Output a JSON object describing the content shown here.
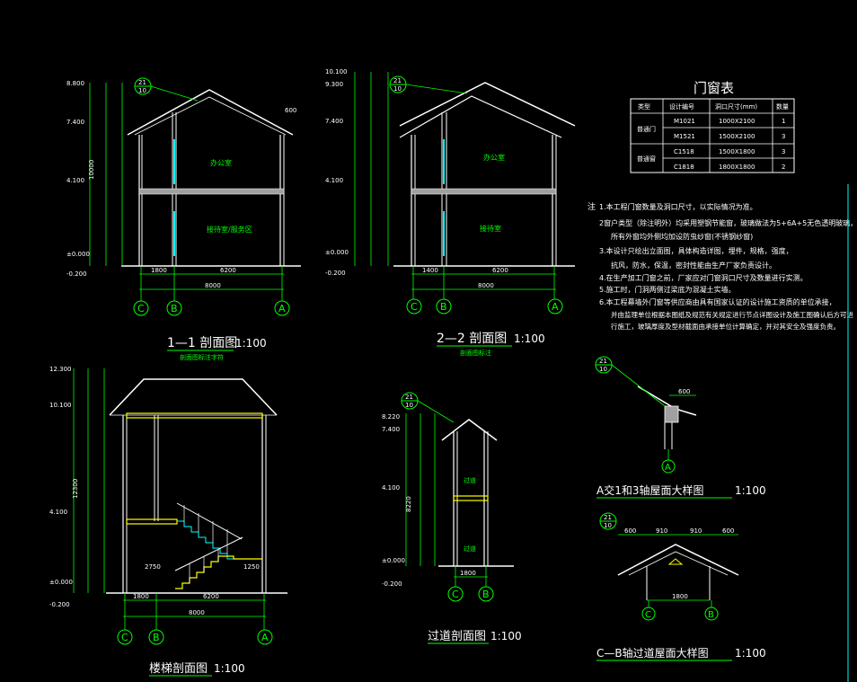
{
  "colors": {
    "background": "#000000",
    "wall": "#ffffff",
    "dimension": "#00ff00",
    "slab": "#ffff00",
    "glass": "#00ffff",
    "hatch": "#a0a0a0",
    "red_marker": "#ff0000"
  },
  "sections": {
    "s11": {
      "title": "1—1 剖面图",
      "scale": "1:100",
      "subtitle": "剖面图标注字符",
      "room_upper": "办公室",
      "room_lower": "接待室/服务区",
      "elev_top": "8.800",
      "elev_mid1": "7.400",
      "elev_mid2": "4.100",
      "elev_zero": "±0.000",
      "elev_neg": "-0.200",
      "dim_total": "8000",
      "dim_left": "1800",
      "dim_right": "6200",
      "dim_overhang": "600",
      "dim_h1": "10000",
      "axis_c": "C",
      "axis_b": "B",
      "axis_a": "A",
      "callout_top": "21",
      "callout_bottom": "10"
    },
    "s22": {
      "title": "2—2 剖面图",
      "scale": "1:100",
      "subtitle": "剖面图标注",
      "room_upper": "办公室",
      "room_lower": "接待室",
      "elev_top": "10.100",
      "elev_mid0": "9.300",
      "elev_mid1": "7.400",
      "elev_mid2": "4.100",
      "elev_zero": "±0.000",
      "elev_neg": "-0.200",
      "dim_total": "8000",
      "dim_left": "1400",
      "dim_right": "6200",
      "axis_c": "C",
      "axis_b": "B",
      "axis_a": "A",
      "callout_top": "21",
      "callout_bottom": "10"
    },
    "stair": {
      "title": "楼梯剖面图",
      "scale": "1:100",
      "elev_top": "12.300",
      "elev_mid1": "10.100",
      "elev_mid2": "4.100",
      "elev_zero": "±0.000",
      "elev_neg": "-0.200",
      "dim_total": "8000",
      "dim_left": "1800",
      "dim_right": "6200",
      "dim_stair1": "2750",
      "dim_stair2": "1250",
      "dim_h": "12300",
      "axis_c": "C",
      "axis_b": "B",
      "axis_a": "A"
    },
    "passage": {
      "title": "过道剖面图",
      "scale": "1:100",
      "room_upper": "过道",
      "room_lower": "过道",
      "elev_top": "8.220",
      "elev_mid1": "7.400",
      "elev_mid2": "4.100",
      "elev_zero": "±0.000",
      "elev_neg": "-0.200",
      "dim_w": "1800",
      "dim_h": "8220",
      "axis_c": "C",
      "axis_b": "B",
      "callout_top": "21",
      "callout_bottom": "10"
    }
  },
  "details": {
    "roof_a": {
      "title": "A交1和3轴屋面大样图",
      "scale": "1:100",
      "dim": "600",
      "axis": "A",
      "callout_top": "21",
      "callout_bottom": "10"
    },
    "roof_cb": {
      "title": "C—B轴过道屋面大样图",
      "scale": "1:100",
      "dim1": "600",
      "dim2": "910",
      "dim3": "910",
      "dim4": "600",
      "dim_w": "1800",
      "axis_c": "C",
      "axis_b": "B",
      "callout_top": "21",
      "callout_bottom": "10"
    }
  },
  "door_window_table": {
    "title": "门窗表",
    "headers": [
      "类型",
      "设计编号",
      "洞口尺寸(mm)",
      "数量"
    ],
    "rows": [
      [
        "普通门",
        "M1021",
        "1000X2100",
        "1"
      ],
      [
        "",
        "M1521",
        "1500X2100",
        "3"
      ],
      [
        "普通窗",
        "C1518",
        "1500X1800",
        "3"
      ],
      [
        "",
        "C1818",
        "1800X1800",
        "2"
      ]
    ]
  },
  "notes": {
    "label": "注",
    "items": [
      "1.本工程门窗数量及洞口尺寸，以实际情况为准。",
      "2窗户类型（除注明外）均采用塑钢节能窗，玻璃做法为5+6A+5无色透明玻璃，",
      "所有外窗均外侧均加设防虫纱窗(不锈钢纱窗)",
      "3.本设计只绘出立面图，具体构造详图，埋件，规格，强度，",
      "抗风，防水，保温，密封性能由生产厂家负责设计。",
      "4.在生产加工门窗之前，厂家应对门窗洞口尺寸及数量进行实测。",
      "5.施工时，门洞两侧过梁底为混凝土实墙。",
      "6.本工程幕墙外门窗等供应商由具有国家认证的设计施工资质的单位承接，",
      "并由监理单位根据本图纸及规范有关规定进行节点详图设计及施工图确认后方可进",
      "行施工，玻璃厚度及型材截面由承接单位计算确定，并对其安全及强度负责。"
    ]
  }
}
